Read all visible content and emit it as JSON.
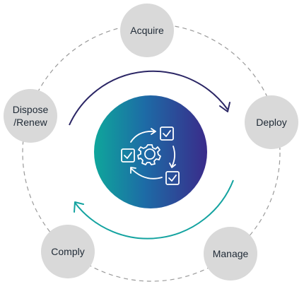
{
  "diagram": {
    "stages": [
      {
        "id": "acquire",
        "label": "Acquire"
      },
      {
        "id": "deploy",
        "label": "Deploy"
      },
      {
        "id": "manage",
        "label": "Manage"
      },
      {
        "id": "comply",
        "label": "Comply"
      },
      {
        "id": "dispose",
        "label": "Dispose\n/Renew"
      }
    ],
    "center_icon": "gear-with-checklist-cycle-icon",
    "colors": {
      "node_fill": "#d9d9d9",
      "node_text": "#1f2a36",
      "dashed_ring": "#9a9a9a",
      "top_arrow": "#2b2665",
      "bottom_arrow": "#14a3a0",
      "center_gradient_start": "#0fa69b",
      "center_gradient_end": "#3a2b8a",
      "icon_stroke": "#ffffff"
    }
  }
}
